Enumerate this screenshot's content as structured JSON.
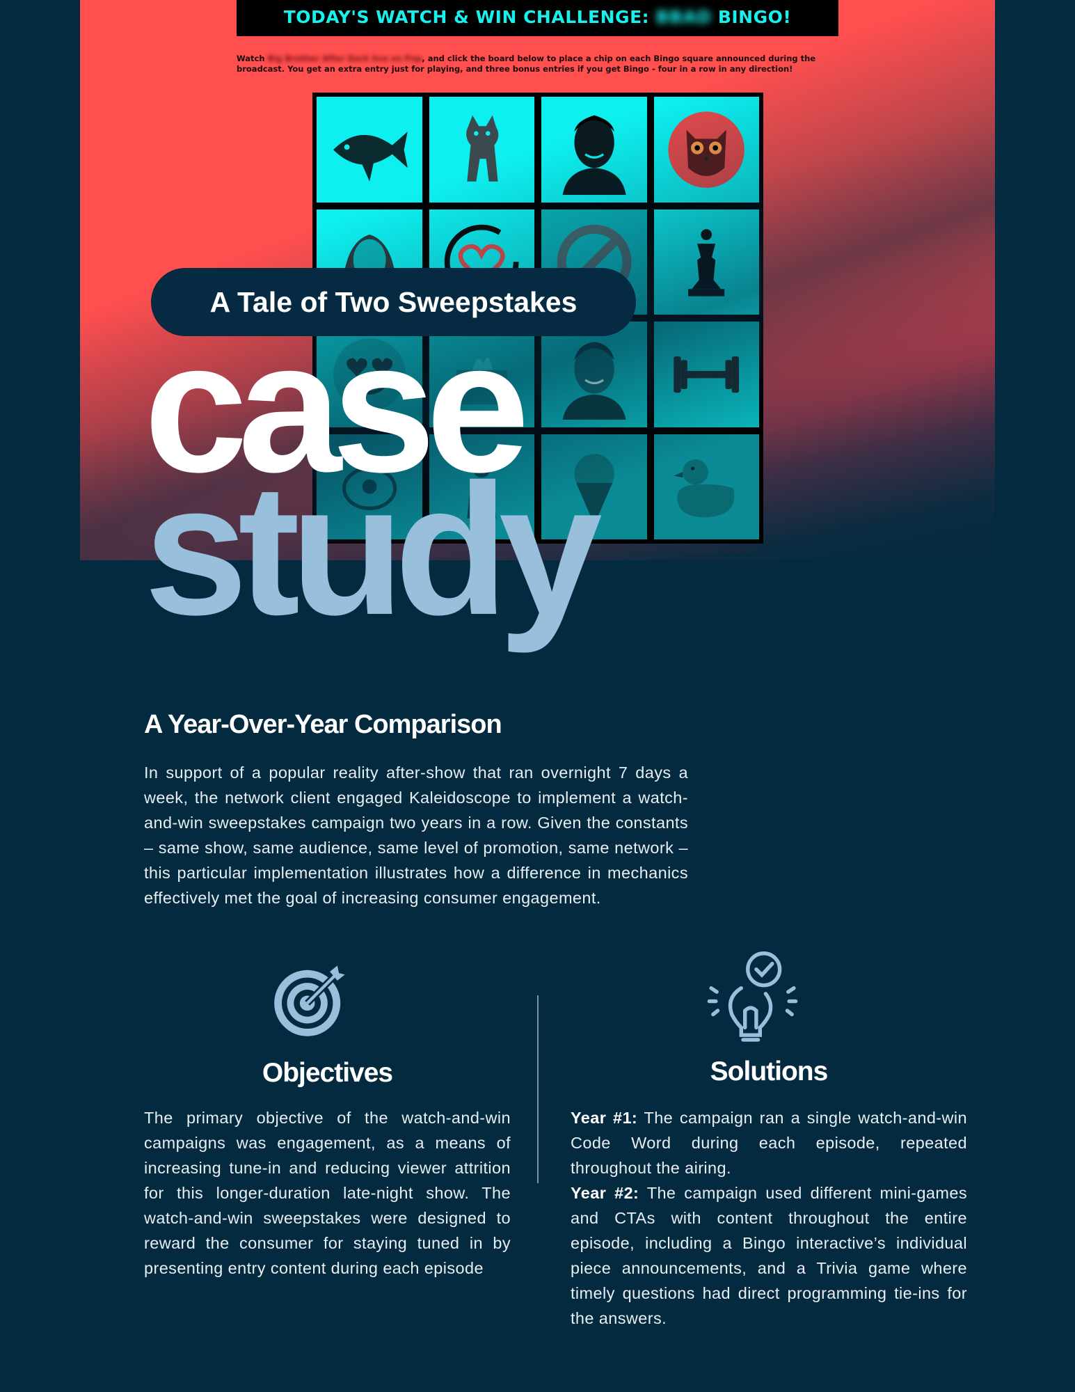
{
  "hero": {
    "banner_prefix": "TODAY'S WATCH & WIN CHALLENGE:",
    "banner_redacted": "BBAD",
    "banner_suffix": "BINGO!",
    "instructions_prefix": "Watch",
    "instructions_redacted": "Big Brother After Dark live on Pop",
    "instructions_body": ", and click the board below to place a chip on each Bingo square announced during the broadcast. You get an extra entry just for playing, and three bonus entries if you get Bingo - four in a row in any direction!",
    "skip_text": "I don't wish, or I can't win. Skip forward >>",
    "board_cells": [
      "fish",
      "kitten",
      "man-portrait",
      "owl",
      "woman-portrait",
      "heart-ring",
      "no-symbol",
      "chess-piece",
      "heart-eyes-emoji",
      "tissue-box",
      "man-portrait-2",
      "dumbbell",
      "fish-2",
      "figurine",
      "ice-cream",
      "rubber-duck"
    ]
  },
  "title": {
    "pill_label": "A Tale of Two Sweepstakes",
    "word_case": "case",
    "word_study": "study"
  },
  "comparison": {
    "heading": "A Year-Over-Year Comparison",
    "body": "In support of a popular reality after-show that ran overnight 7 days a week, the network client engaged Kaleidoscope to implement a watch-and-win sweepstakes campaign two years in a row. Given the constants – same show, same audience, same level of promotion, same network – this particular implementation illustrates how a difference in mechanics effectively met the goal of increasing consumer engagement."
  },
  "objectives": {
    "icon": "target-icon",
    "heading": "Objectives",
    "body": "The primary objective of the watch-and-win campaigns was engagement, as a means of increasing tune-in and reducing viewer attrition for this longer-duration late-night show. The watch-and-win sweepstakes were designed to reward the consumer for staying tuned in by presenting entry content during each episode"
  },
  "solutions": {
    "icon": "lightbulb-check-icon",
    "heading": "Solutions",
    "year1_label": "Year #1:",
    "year1_body": " The campaign ran a single watch-and-win Code Word during each episode, repeated throughout the airing.",
    "year2_label": "Year #2:",
    "year2_body": " The campaign used different mini-games and CTAs with content throughout the entire episode, including a Bingo interactive’s individual piece announcements, and a Trivia game where timely questions had direct programming tie-ins for the answers."
  },
  "colors": {
    "background": "#042a40",
    "hero_red": "#ff4f4f",
    "cyan": "#0ef0f0",
    "study_blue": "#98bfdb",
    "icon_blue": "#98bfdb"
  }
}
